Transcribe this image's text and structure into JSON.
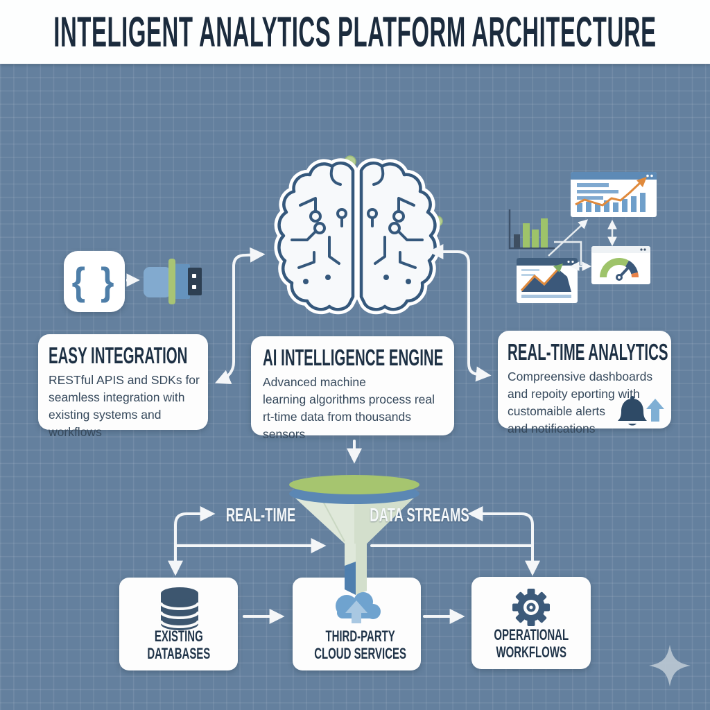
{
  "header": {
    "title": "INTELIGENT ANALYTICS PLATFORM ARCHITECTURE"
  },
  "cards": {
    "integration": {
      "title": "EASY INTEGRATION",
      "body": "RESTful APIS and SDKs for\nseamless integration with\nexisting systems and\nworkflows"
    },
    "engine": {
      "title": "AI INTELLIGENCE ENGINE",
      "body": "Advanced machine\nlearning algorithms process real\nrt-time data from thousands\nsensors"
    },
    "analytics": {
      "title": "REAL-TIME ANALYTICS",
      "body": "Compreensive dashboards\nand repoity eporting with\ncustomaible alerts\nand notifications"
    }
  },
  "funnel": {
    "left_label": "REAL-TIME",
    "right_label": "DATA STREAMS"
  },
  "bottom_cards": {
    "databases": {
      "title": "EXISTING\nDATABASES"
    },
    "cloud": {
      "title": "THIRD-PARTY\nCLOUD SERVICES"
    },
    "workflows": {
      "title": "OPERATIONAL\nWORKFLOWS"
    }
  },
  "icons": {
    "code_glyph": "{ }",
    "left": [
      "code-braces-icon",
      "plug-connector-icon"
    ],
    "center": [
      "ai-brain-icon",
      "circuit-nodes"
    ],
    "right": [
      "bar-chart-icon",
      "trend-chart-window-icon",
      "line-chart-window-icon",
      "gauge-window-icon"
    ],
    "analytics_card": [
      "bell-icon",
      "up-arrow-icon"
    ],
    "bottom": [
      "database-icon",
      "cloud-upload-icon",
      "gear-icon"
    ],
    "decoration": [
      "sparkle-icon"
    ]
  },
  "colors": {
    "background": "#64809e",
    "header_bg": "#fdfefe",
    "title_navy": "#1b2b3d",
    "card_bg": "#fdfdfd",
    "body_text": "#36495c",
    "accent_blue": "#5b87b4",
    "light_blue": "#7fa9d0",
    "green": "#a6c56f",
    "orange": "#e08a3c",
    "dark_navy_icon": "#3b587a",
    "connector_white": "#f4f6f8"
  }
}
